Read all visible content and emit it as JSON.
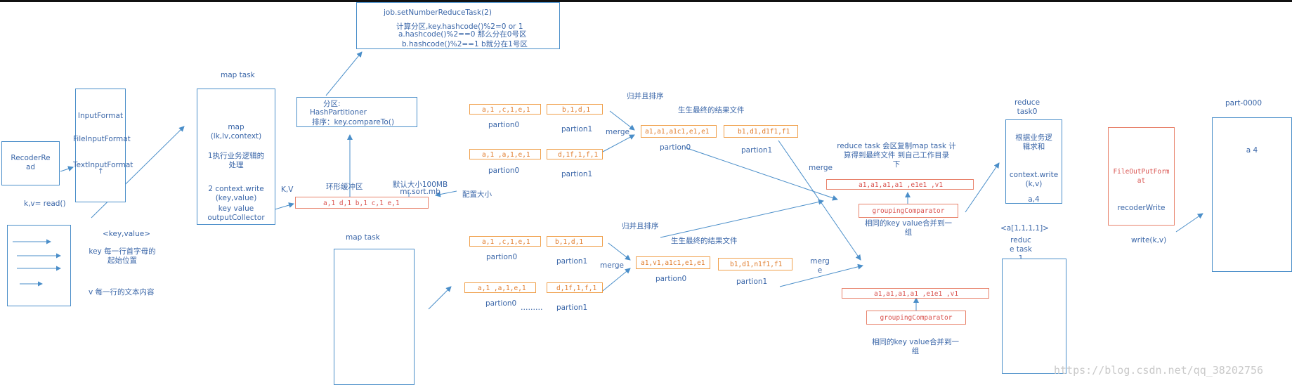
{
  "job_box": {
    "line1": "job.setNumberReduceTask(2)",
    "line2": "计算分区,key.hashcode()%2=0 or 1",
    "line3": "a.hashcode()%2==0  那么分在0号区",
    "line4": "b.hashcode()%2==1 b就分在1号区"
  },
  "recoder_reader": "RecoderRe\nad",
  "kv_read": "k,v= read()",
  "input_format": {
    "l1": "InputFormat",
    "l2": "FileInputFormat",
    "l3": "TextInputFormat"
  },
  "key_value_label": "<key,value>",
  "key_desc": "key 每一行首字母的\n起始位置",
  "value_desc": "v 每一行的文本内容",
  "map_task_title_1": "map task",
  "map_task_box": {
    "l1": "map\n(lk,lv,context)",
    "l2": "1执行业务逻辑的\n处理",
    "l3": "2 context.write\n(key,value)",
    "l4": "key  value\noutputCollector"
  },
  "kv_label": "K,V",
  "partitioner": {
    "l1": "分区:",
    "l2": "HashPartitioner",
    "l3": "排序：key.compareTo()"
  },
  "ring_buffer_label": "环形缓冲区",
  "ring_buffer_content": "a,1 d,1 b,1 c,1 e,1",
  "default_size": "默认大小100MB\nmr.sort.mb",
  "config_size": "配置大小",
  "map_task_title_2": "map task",
  "upper": {
    "sort_label": "归并且排序",
    "final_file_label": "生生最终的结果文件",
    "p0a": "a,1 ,c,1,e,1",
    "p1a": "b,1,d,1",
    "p0b": "a,1 ,a,1,e,1",
    "p1b": "d,1f,1,f,1",
    "partion0": "partion0",
    "partion1": "partion1",
    "merge": "merge",
    "merged0": "a1,a1,a1c1,e1,e1",
    "merged1": "b1,d1,d1f1,f1"
  },
  "lower": {
    "sort_label": "归并且排序",
    "final_file_label": "生生最终的结果文件",
    "p0a": "a,1 ,c,1,e,1",
    "p1a": "b,1,d,1",
    "p0b": "a,1 ,a,1,e,1",
    "p1b": "d,1f,1,f,1",
    "partion0": "partion0",
    "partion1": "partion1",
    "dots": "………",
    "merge": "merge",
    "merged0": "a1,v1,a1c1,e1,e1",
    "merged1": "b1,d1,n1f1,f1"
  },
  "reduce_copy_note": "reduce task 会区复制map  task 计\n算得到最终文件  到自己工作目录\n下",
  "merge_upper": "merge",
  "merge_lower": "merg\ne",
  "reduce_row_upper": "a1,a1,a1,a1 ,e1e1 ,v1",
  "grouping_upper": "groupingComparator",
  "grouping_note_upper": "相同的key value合并到一\n组",
  "reduce_row_lower": "a1,a1,a1,a1 ,e1e1 ,v1",
  "grouping_lower": "groupingComparator",
  "grouping_note_lower": "相同的key value合并到一\n组",
  "reduce_task0_title": "reduce\ntask0",
  "reduce_task0_box": {
    "l1": "根据业务逻\n辑求和",
    "l2": "context.write\n(k,v)",
    "l3": "a,4"
  },
  "array_label": "<a[1,1,1,1]>",
  "reduce_task1_title": "reduc\ne task\n1",
  "output_format": "FileOutPutForm\nat",
  "recoder_write": "recoderWrite",
  "write_kv": "write(k,v)",
  "part_title": "part-0000",
  "part_content": "a  4",
  "watermark": "https://blog.csdn.net/qq_38202756",
  "colors": {
    "line": "#4a8ec9",
    "orange": "#f0a04b",
    "red": "#e8826b"
  }
}
